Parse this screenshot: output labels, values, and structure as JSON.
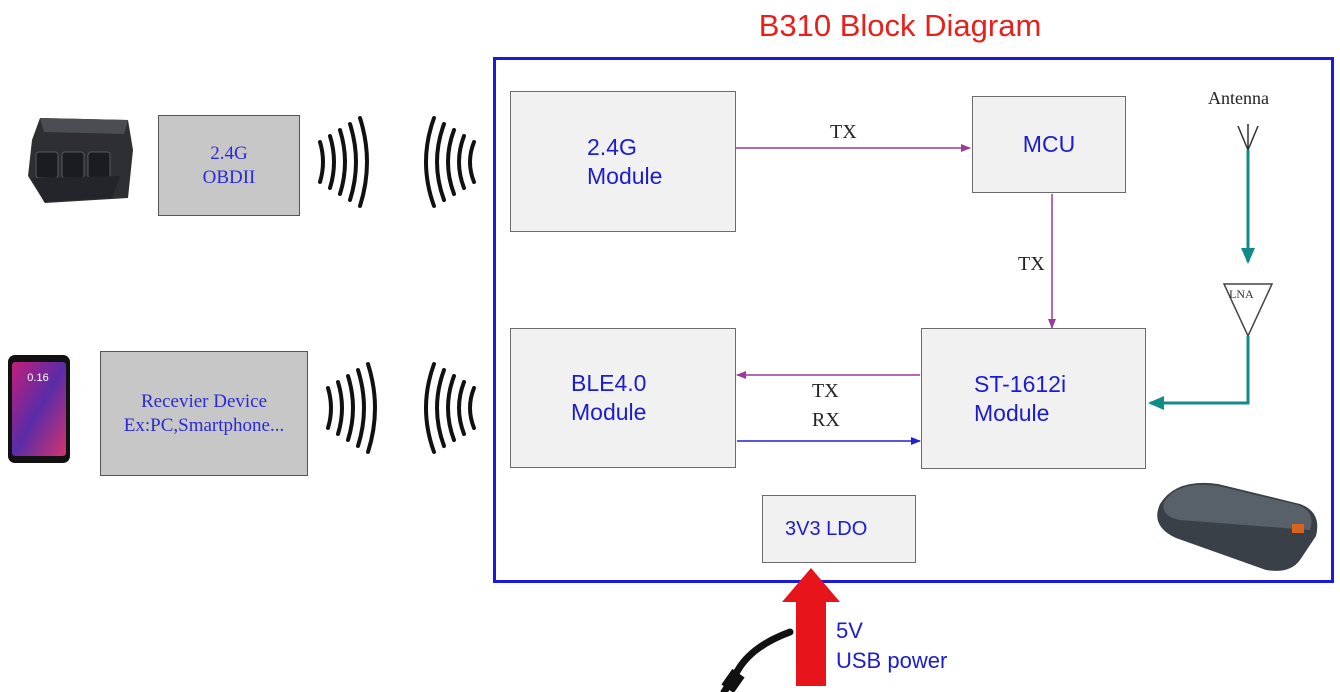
{
  "title": "B310 Block Diagram",
  "external": {
    "obd_box": {
      "line1": "2.4G",
      "line2": "OBDII"
    },
    "receiver_box": {
      "line1": "Recevier Device",
      "line2": "Ex:PC,Smartphone..."
    },
    "phone_clock": "0.16"
  },
  "modules": {
    "g24": {
      "line1": "2.4G",
      "line2": "Module"
    },
    "mcu": {
      "line1": "MCU"
    },
    "ble": {
      "line1": "BLE4.0",
      "line2": "Module"
    },
    "st": {
      "line1": "ST-1612i",
      "line2": "Module"
    },
    "ldo": {
      "line1": "3V3 LDO"
    }
  },
  "labels": {
    "tx_top": "TX",
    "tx_mid": "TX",
    "tx_ble": "TX",
    "rx_ble": "RX",
    "antenna": "Antenna",
    "lna": "LNA",
    "power_line1": "5V",
    "power_line2": "USB power"
  },
  "colors": {
    "title": "#e8201c",
    "frame": "#1a1adc",
    "purple_arrow": "#9b3a9b",
    "blue_arrow": "#2222cc",
    "teal_arrow": "#138a8a",
    "power_arrow": "#e8141c"
  }
}
